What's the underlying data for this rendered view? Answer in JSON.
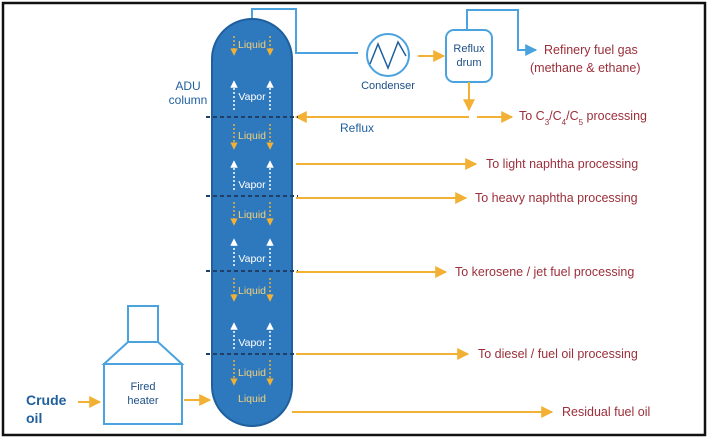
{
  "column": {
    "name_line1": "ADU",
    "name_line2": "column"
  },
  "sections": [
    {
      "vapor": "Vapor",
      "liquid": "Liquid"
    },
    {
      "vapor": "Vapor",
      "liquid": "Liquid"
    },
    {
      "vapor": "Vapor",
      "liquid": "Liquid"
    },
    {
      "vapor": "Vapor",
      "liquid": "Liquid"
    }
  ],
  "top_liquid": "Liquid",
  "bottom_liquid": "Liquid",
  "condenser": "Condenser",
  "reflux_drum": {
    "line1": "Reflux",
    "line2": "drum"
  },
  "reflux": "Reflux",
  "fired_heater": {
    "line1": "Fired",
    "line2": "heater"
  },
  "crude_oil": {
    "line1": "Crude",
    "line2": "oil"
  },
  "fuel_gas": {
    "line1": "Refinery fuel gas",
    "line2": "(methane & ethane)"
  },
  "c_processing": {
    "prefix": "To C",
    "sub1": "3",
    "mid1": "/C",
    "sub2": "4",
    "mid2": "/C",
    "sub3": "5",
    "suffix": " processing"
  },
  "outputs": [
    "To light naphtha processing",
    "To heavy naphtha processing",
    "To kerosene / jet fuel processing",
    "To diesel / fuel oil processing",
    "Residual fuel oil"
  ],
  "colors": {
    "column": "#2e78bd",
    "column_edge": "#1f5f9e",
    "arrow_orange": "#f2b134",
    "vapor_arrow": "#ffffff",
    "tray": "#1f3f66",
    "label_red": "#9b2f3a",
    "pipe_blue": "#4aa3df"
  }
}
